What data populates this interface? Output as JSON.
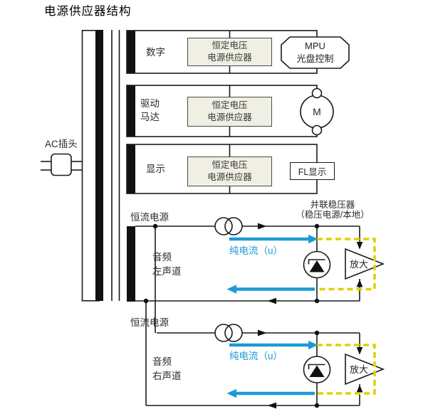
{
  "title": "电源供应器结构",
  "ac_plug": {
    "label": "AC插头"
  },
  "sections": [
    {
      "label": [
        "数字"
      ],
      "supply": [
        "恒定电压",
        "电源供应器"
      ],
      "load": [
        "MPU",
        "光盘控制"
      ]
    },
    {
      "label": [
        "驱动",
        "马达"
      ],
      "supply": [
        "恒定电压",
        "电源供应器"
      ],
      "load": [
        "M"
      ]
    },
    {
      "label": [
        "显示"
      ],
      "supply": [
        "恒定电压",
        "电源供应器"
      ],
      "load": [
        "FL显示"
      ]
    }
  ],
  "shunt_regulator": {
    "label": [
      "并联稳压器",
      "（稳压电源/本地）"
    ]
  },
  "channels": [
    {
      "label": [
        "音频",
        "左声道"
      ],
      "source": "恒流电源",
      "current": "纯电流（u）",
      "amp": "放大"
    },
    {
      "label": [
        "音频",
        "右声道"
      ],
      "source": "恒流电源",
      "current": "纯电流（u）",
      "amp": "放大"
    }
  ],
  "colors": {
    "line": "#1a1a1a",
    "supply_box_fill": "#f0efe3",
    "supply_box_border": "#4a4a4a",
    "pure_current_blue": "#1d9ad6",
    "feedback_yellow": "#e2d000",
    "text": "#2b2b2b"
  }
}
